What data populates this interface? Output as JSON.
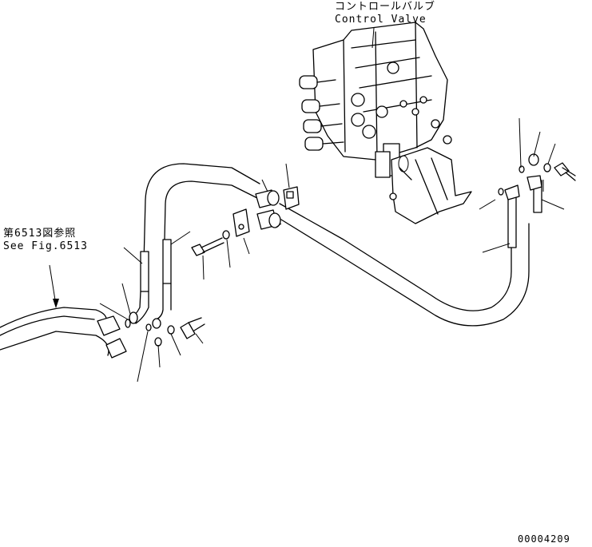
{
  "labels": {
    "control_valve_jp": "コントロールバルブ",
    "control_valve_en": "Control Valve",
    "ref_jp": "第6513図参照",
    "ref_en": "See Fig.6513",
    "drawing_number": "00004209"
  }
}
